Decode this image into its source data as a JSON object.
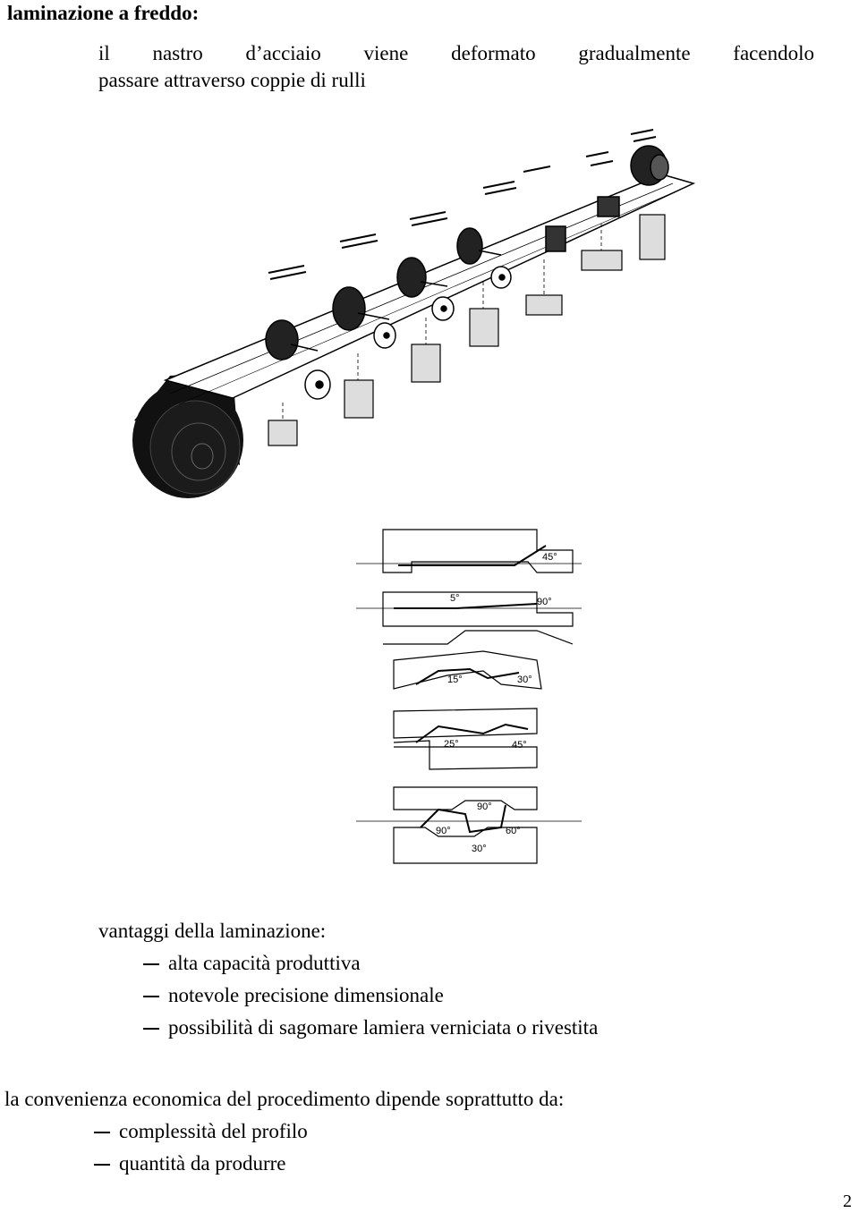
{
  "heading": "laminazione a freddo:",
  "intro": {
    "line1": "il nastro d’acciaio viene deformato gradualmente facendolo",
    "line2": "passare attraverso coppie di rulli"
  },
  "figure2_labels": {
    "a": "45°",
    "b": "5°",
    "c": "90°",
    "d": "15°",
    "e": "30°",
    "f": "25°",
    "g": "45°",
    "h": "90°",
    "i": "90°",
    "j": "60°",
    "k": "30°"
  },
  "advantages": {
    "title": "vantaggi della laminazione:",
    "items": [
      "alta capacità produttiva",
      "notevole precisione dimensionale",
      "possibilità di sagomare lamiera verniciata o rivestita"
    ]
  },
  "convenience": {
    "title": "la convenienza economica del procedimento dipende soprattutto da:",
    "items": [
      "complessità del profilo",
      "quantità da produrre"
    ]
  },
  "page_number": "2"
}
